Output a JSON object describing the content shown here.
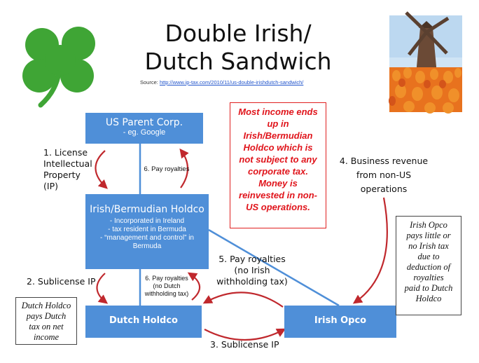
{
  "title": {
    "line1": "Double Irish/",
    "line2": "Dutch Sandwich"
  },
  "source": {
    "prefix": "Source:",
    "url": "http://www.ip-tax.com/2010/11/us-double-irishdutch-sandwich/"
  },
  "nodes": {
    "us_parent": {
      "title": "US Parent Corp.",
      "subtitle": "- eg. Google"
    },
    "holdco": {
      "title": "Irish/Bermudian Holdco",
      "lines": [
        "- Incorporated in Ireland",
        "-  tax resident in Bermuda",
        "- “management and control” in",
        "Bermuda"
      ]
    },
    "dutch": {
      "title": "Dutch Holdco"
    },
    "opco": {
      "title": "Irish Opco"
    }
  },
  "labels": {
    "license_ip": [
      "1. License",
      "Intellectual",
      "Property",
      "(IP)"
    ],
    "pay_royalties_top": "6. Pay royalties",
    "sublicense_ip_left": "2. Sublicense IP",
    "pay_royalties_mid": [
      "6. Pay royalties",
      "(no Dutch",
      "withholding tax)"
    ],
    "pay_royalties_5": [
      "5. Pay royalties",
      "(no Irish",
      "withholding tax)"
    ],
    "sublicense_ip_bottom": "3. Sublicense IP",
    "business_revenue": [
      "4. Business revenue",
      "from non-US",
      "operations"
    ]
  },
  "notes": {
    "main": [
      "Most income ends",
      "up in",
      "Irish/Bermudian",
      "Holdco which is",
      "not subject to any",
      "corporate tax.",
      "Money is",
      "reinvested in non-",
      "US operations."
    ],
    "opco_note": [
      "Irish Opco",
      "pays little or",
      "no Irish tax",
      "due to",
      "deduction of",
      "royalties",
      "paid to Dutch",
      "Holdco"
    ],
    "dutch_note": [
      "Dutch Holdco",
      "pays Dutch",
      "tax on net",
      "income"
    ]
  },
  "colors": {
    "box": "#4f8fd8",
    "line": "#4f8fd8",
    "arrow": "#c0282d",
    "red_text": "#e0141b",
    "clover": "#3fa535"
  },
  "icons": {
    "clover": "four-leaf-clover-icon",
    "windmill": "windmill-tulips-image"
  }
}
